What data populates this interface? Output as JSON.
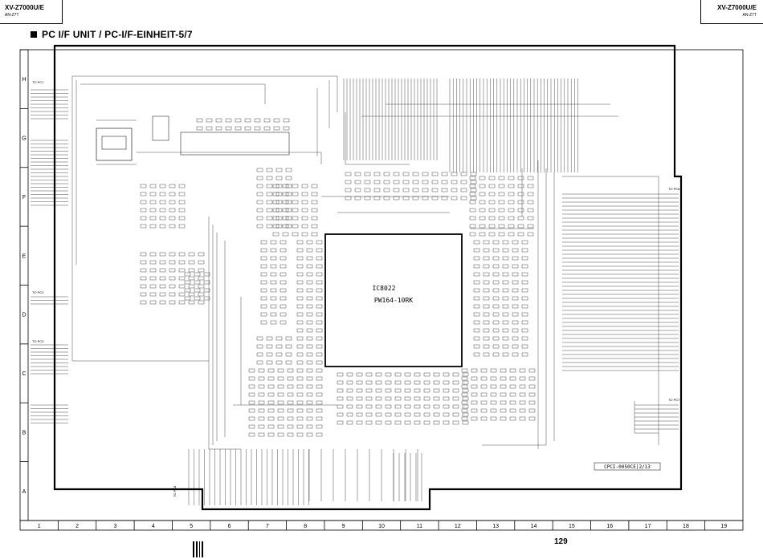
{
  "header": {
    "model_left": "XV-Z7000U/E",
    "sub_left": "AN-Z7T",
    "model_right": "XV-Z7000U/E",
    "sub_right": "AN-Z7T"
  },
  "title": "PC I/F UNIT / PC-I/F-EINHEIT-5/7",
  "row_labels": [
    "H",
    "G",
    "F",
    "E",
    "D",
    "C",
    "B",
    "A"
  ],
  "column_labels": [
    "1",
    "2",
    "3",
    "4",
    "5",
    "6",
    "7",
    "8",
    "9",
    "10",
    "11",
    "12",
    "13",
    "14",
    "15",
    "16",
    "17",
    "18",
    "19"
  ],
  "connectors": {
    "pc1": "TO PC1",
    "pc2": "TO PC2",
    "pc3": "TO PC3",
    "pc6": "TO PC6",
    "pc7": "TO PC7",
    "pc8": "TO PC8"
  },
  "chip": {
    "ref": "IC8022",
    "part": "PW164-10RK"
  },
  "board_code": "CPCI-0050CE|2/13",
  "page_number": "129"
}
